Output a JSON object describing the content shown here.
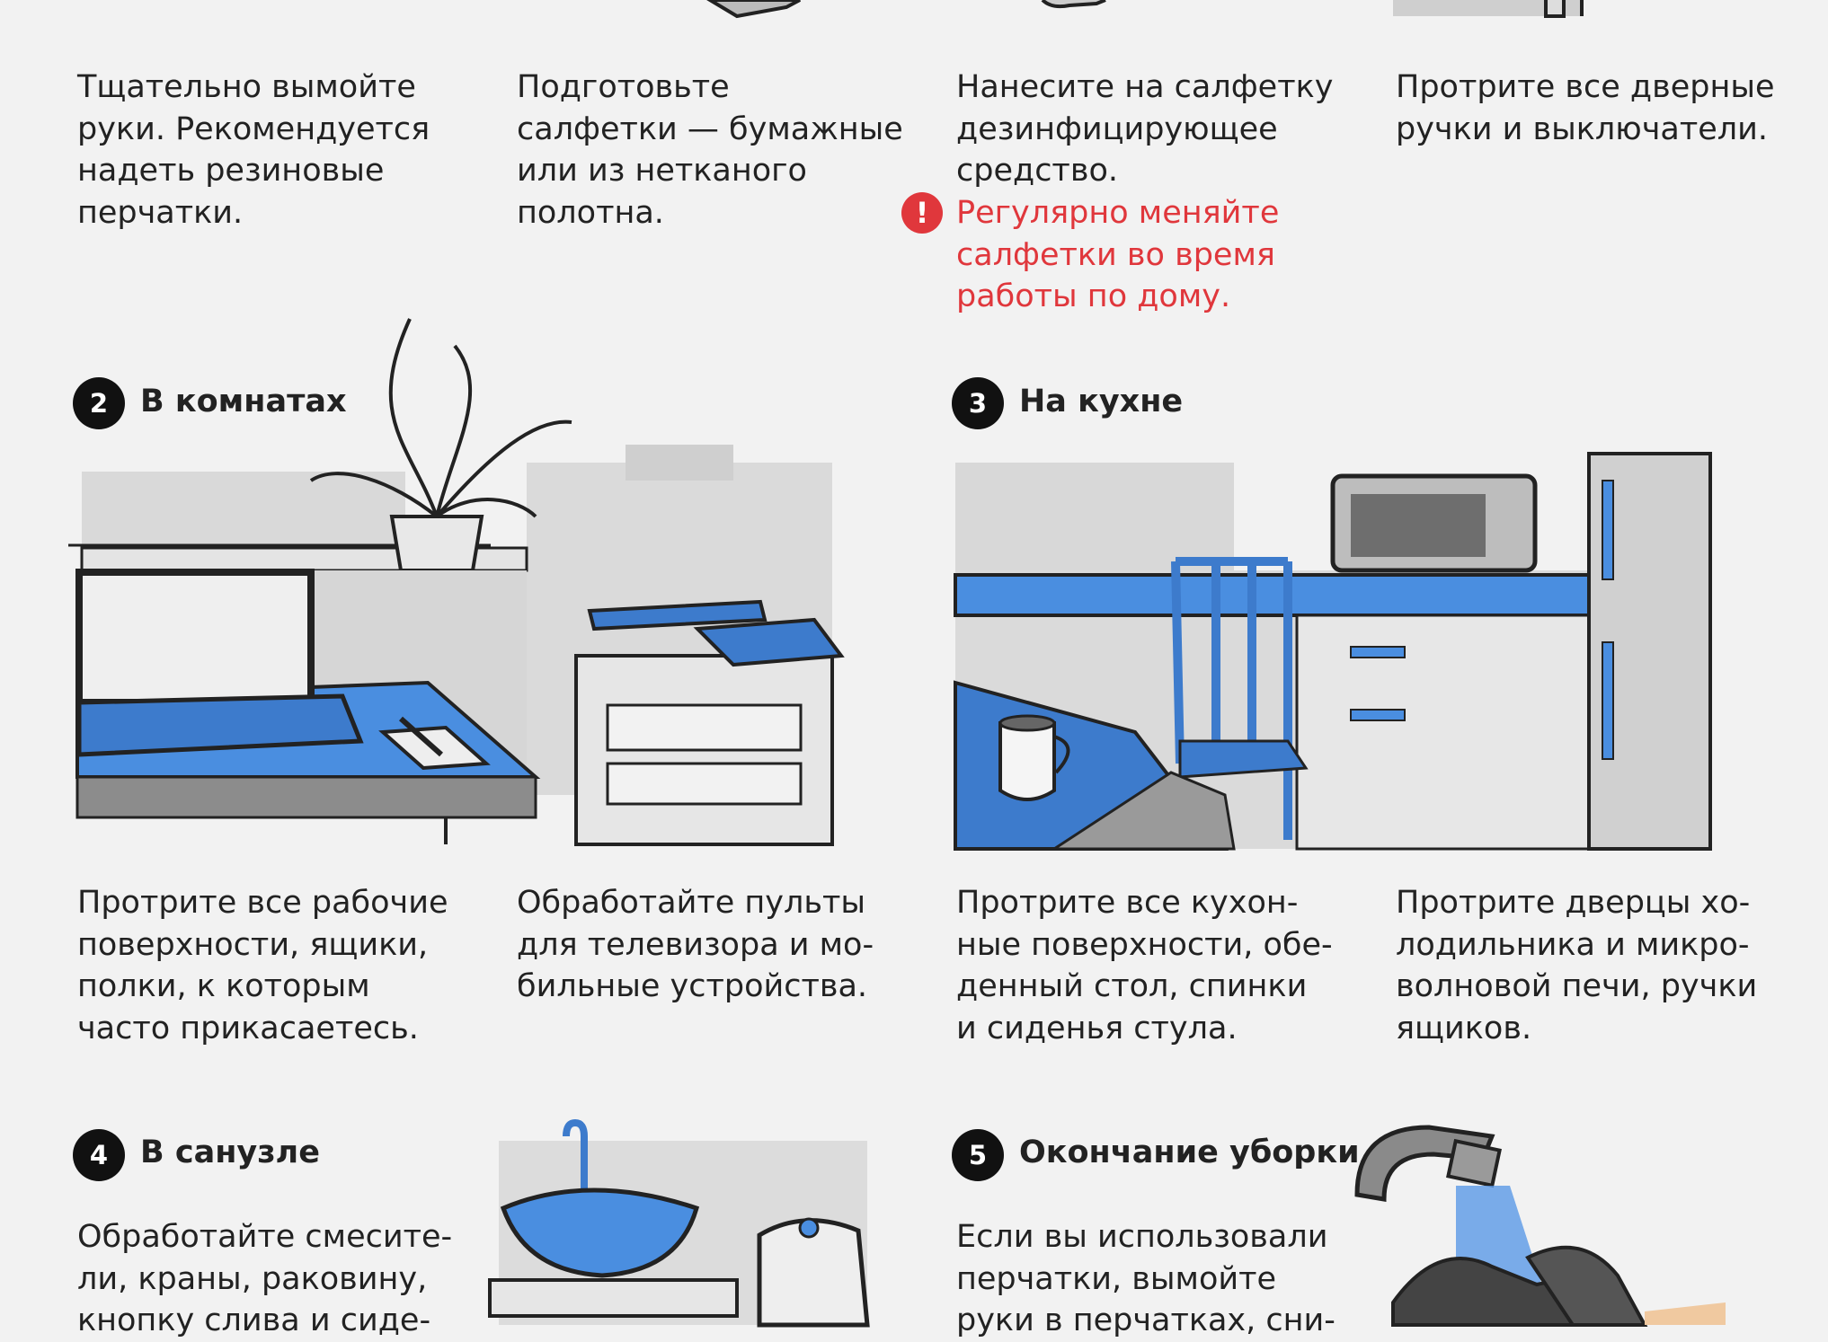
{
  "colors": {
    "background": "#f2f2f2",
    "accent_blue": "#4a8ee0",
    "warning_red": "#e0373c",
    "badge": "#111111"
  },
  "step1": {
    "col1": "Тщательно вымойте\nруки. Рекомендуется\nнадеть резиновые\nперчатки.",
    "col2": "Подготовьте\nсалфетки — бумажные\nили из нетканого\nполотна.",
    "col3": "Нанесите на салфетку\nдезинфицирующее\nсредство.",
    "warning_icon": "!",
    "warning": "Регулярно меняйте\nсалфетки во время\nработы по дому.",
    "col4": "Протрите все дверные\nручки и выключатели."
  },
  "step2": {
    "number": "2",
    "title": "В комнатах",
    "text1": "Протрите все рабочие\nповерхности, ящики,\nполки, к которым\nчасто прикасаетесь.",
    "text2": "Обработайте пульты\nдля телевизора и мо-\nбильные устройства."
  },
  "step3": {
    "number": "3",
    "title": "На кухне",
    "text1": "Протрите все кухон-\nные поверхности, обе-\nденный стол, спинки\nи сиденья стула.",
    "text2": "Протрите дверцы хо-\nлодильника и микро-\nволновой печи, ручки\nящиков."
  },
  "step4": {
    "number": "4",
    "title": "В санузле",
    "text1": "Обработайте смесите-\nли, краны, раковину,\nкнопку слива и сиде-"
  },
  "step5": {
    "number": "5",
    "title": "Окончание уборки",
    "text1": "Если вы использовали\nперчатки, вымойте\nруки в перчатках, сни-"
  }
}
